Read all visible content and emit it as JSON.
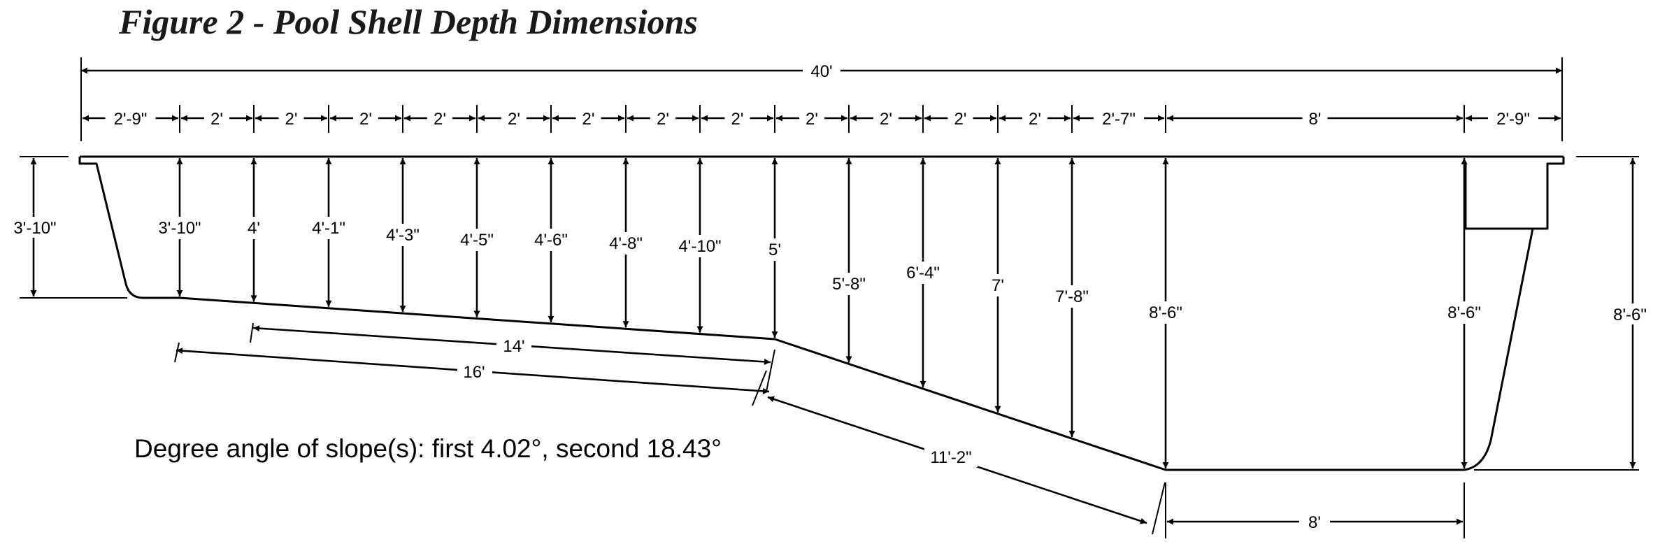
{
  "title": "Figure 2 - Pool Shell Depth Dimensions",
  "overall_length": "40'",
  "segments": [
    "2'-9\"",
    "2'",
    "2'",
    "2'",
    "2'",
    "2'",
    "2'",
    "2'",
    "2'",
    "2'",
    "2'",
    "2'",
    "2'",
    "2'-7\"",
    "8'",
    "2'-9\""
  ],
  "depths": [
    "3'-10\"",
    "4'",
    "4'-1\"",
    "4'-3\"",
    "4'-5\"",
    "4'-6\"",
    "4'-8\"",
    "4'-10\"",
    "5'",
    "5'-8\"",
    "6'-4\"",
    "7'",
    "7'-8\"",
    "8'-6\"",
    "8'-6\""
  ],
  "left_depth": "3'-10\"",
  "right_depth": "8'-6\"",
  "slopes": {
    "a": "14'",
    "b": "16'",
    "c": "11'-2\""
  },
  "floor_length": "8'",
  "slope_note": "Degree angle of slope(s): first 4.02°, second 18.43°"
}
